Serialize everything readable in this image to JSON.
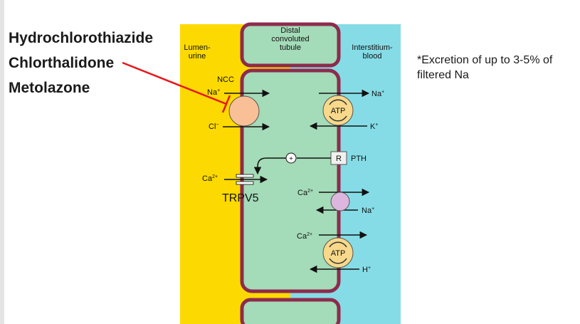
{
  "drugs": [
    "Hydrochlorothiazide",
    "Chlorthalidone",
    "Metolazone"
  ],
  "note": "*Excretion of up to 3-5% of filtered Na",
  "diagram": {
    "tubule_title": [
      "Distal",
      "convoluted",
      "tubule"
    ],
    "lumen_label": [
      "Lumen-",
      "urine"
    ],
    "interstitium_label": [
      "Interstitium-",
      "blood"
    ],
    "ncc": "NCC",
    "na": "Na",
    "na_sup": "+",
    "cl": "Cl",
    "cl_sup": "−",
    "ca": "Ca",
    "ca_sup": "2+",
    "k": "K",
    "k_sup": "+",
    "h": "H",
    "h_sup": "+",
    "atp": "ATP",
    "pth": "PTH",
    "receptor": "R",
    "plus": "+",
    "trpv5": "TRPV5"
  },
  "colors": {
    "lumen": "#fcd900",
    "interstitium": "#85dce6",
    "cell": "#a4dbb8",
    "membrane": "#8e2b4c",
    "ncc": "#f9bf96",
    "exchanger": "#dcb6dc",
    "atp": "#f8d88a",
    "inhibitor": "#e8161c"
  }
}
